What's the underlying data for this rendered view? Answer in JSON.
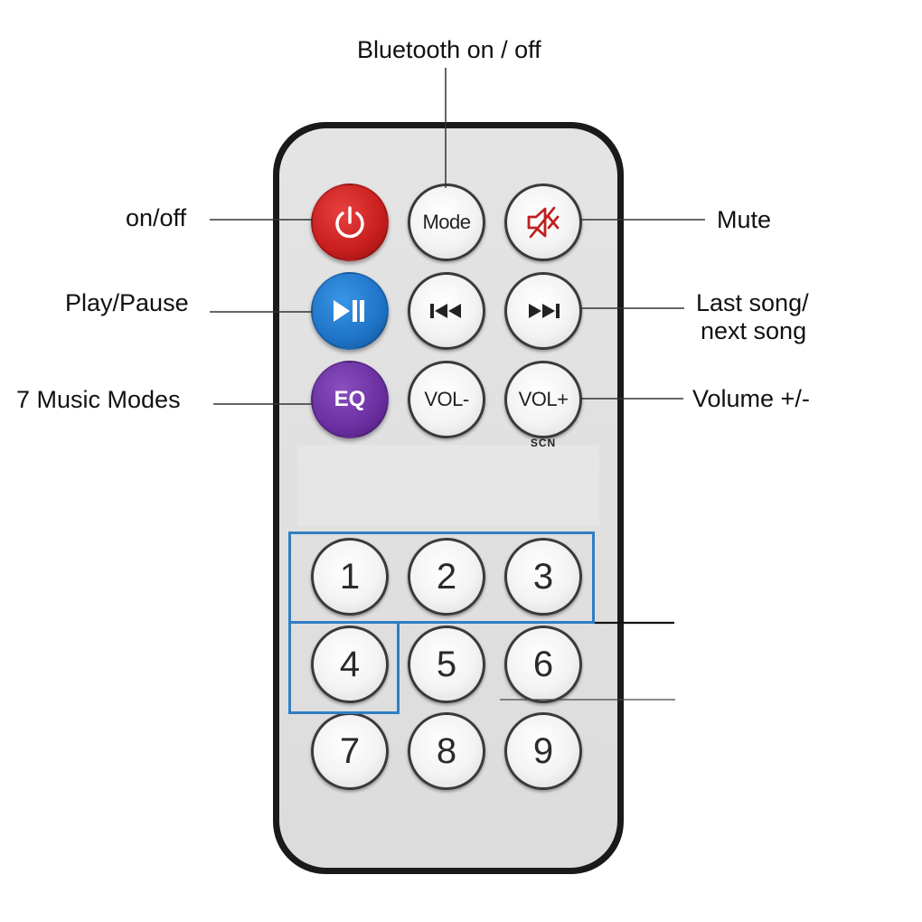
{
  "labels": {
    "bluetooth": "Bluetooth on / off",
    "onoff": "on/off",
    "mute": "Mute",
    "play_pause": "Play/Pause",
    "last_next_line1": "Last song/",
    "last_next_line2": "next song",
    "music_modes": "7 Music Modes",
    "volume": "Volume +/-"
  },
  "buttons": {
    "mode": "Mode",
    "eq": "EQ",
    "vol_minus": "VOL-",
    "vol_plus": "VOL+",
    "scn": "SCN",
    "digits": [
      "1",
      "2",
      "3",
      "4",
      "5",
      "6",
      "7",
      "8",
      "9"
    ]
  },
  "colors": {
    "power": "#c81e1e",
    "play": "#1f74c8",
    "eq": "#6a2fa0",
    "highlight": "#2f7fc2"
  },
  "icons": {
    "power": "power-icon",
    "mute": "mute-speaker-icon",
    "play_pause": "play-pause-icon",
    "prev": "previous-track-icon",
    "next": "next-track-icon"
  }
}
